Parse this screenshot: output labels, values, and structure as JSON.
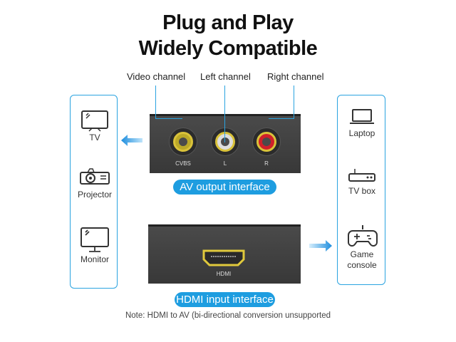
{
  "title": {
    "line1": "Plug and Play",
    "line2": "Widely Compatible"
  },
  "channels": {
    "video": "Video channel",
    "left": "Left channel",
    "right": "Right channel"
  },
  "av_device": {
    "ports": [
      "CVBS",
      "L",
      "R"
    ],
    "label": "AV output interface"
  },
  "hdmi_device": {
    "port": "HDMI",
    "label": "HDMI input interface"
  },
  "outputs": [
    "TV",
    "Projector",
    "Monitor"
  ],
  "sources": [
    "Laptop",
    "TV box",
    "Game console"
  ],
  "note": "Note:  HDMI to AV (bi-directional conversion unsupported",
  "colors": {
    "accent": "#1e9de0",
    "gold": "#d9c23a",
    "red": "#d0202a"
  }
}
